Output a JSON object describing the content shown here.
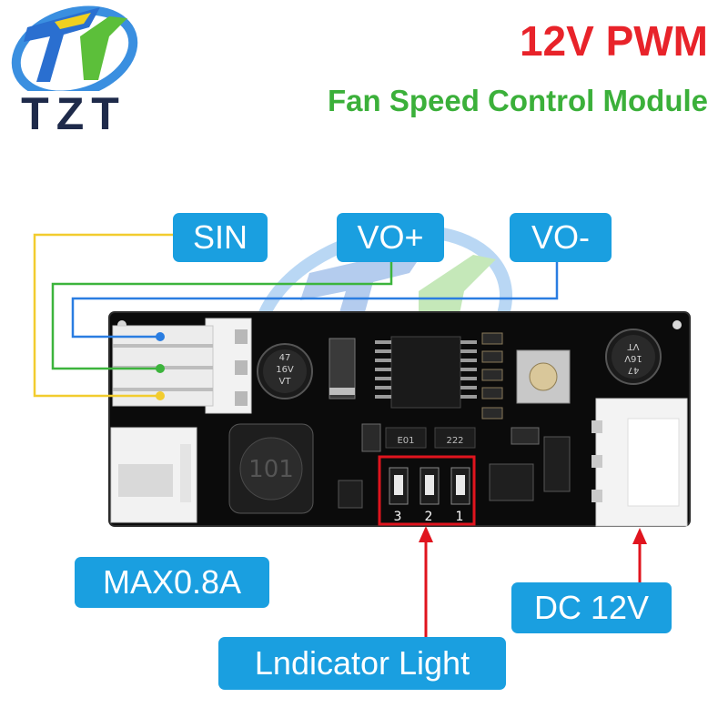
{
  "logo": {
    "text": "TZT",
    "icon": "tzt-logo-icon"
  },
  "header": {
    "title": "12V PWM",
    "subtitle": "Fan Speed Control Module"
  },
  "labels": {
    "sin": "SIN",
    "vo_plus": "VO+",
    "vo_minus": "VO-",
    "max_current": "MAX0.8A",
    "dc_input": "DC 12V",
    "indicator": "Lndicator Light"
  },
  "board": {
    "cap_text": [
      "47",
      "16V",
      "VT"
    ],
    "chip_codes": [
      "E01",
      "222"
    ],
    "led_numbers": [
      "3",
      "2",
      "1"
    ]
  },
  "colors": {
    "title": "#e8232a",
    "subtitle": "#3bb03a",
    "tag_bg": "#1a9fe0",
    "wire_blue": "#2a7de1",
    "wire_green": "#3cb43c",
    "wire_yellow": "#f2cc2e",
    "arrow_red": "#e0141e",
    "pcb": "#0b0b0b"
  }
}
